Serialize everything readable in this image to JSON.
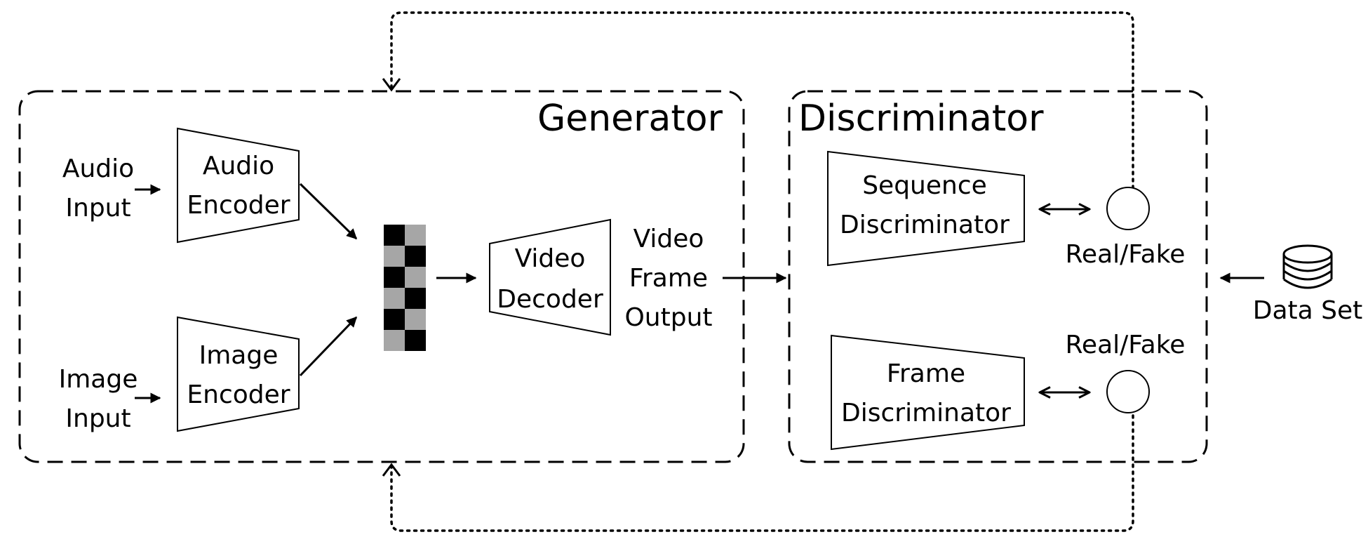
{
  "generator": {
    "title": "Generator"
  },
  "discriminator": {
    "title": "Discriminator"
  },
  "audio_input": {
    "line1": "Audio",
    "line2": "Input"
  },
  "image_input": {
    "line1": "Image",
    "line2": "Input"
  },
  "audio_encoder": {
    "line1": "Audio",
    "line2": "Encoder"
  },
  "image_encoder": {
    "line1": "Image",
    "line2": "Encoder"
  },
  "video_decoder": {
    "line1": "Video",
    "line2": "Decoder"
  },
  "video_output": {
    "line1": "Video",
    "line2": "Frame",
    "line3": "Output"
  },
  "sequence_discriminator": {
    "line1": "Sequence",
    "line2": "Discriminator"
  },
  "frame_discriminator": {
    "line1": "Frame",
    "line2": "Discriminator"
  },
  "real_fake_top": "Real/Fake",
  "real_fake_bottom": "Real/Fake",
  "data_set": "Data Set",
  "colors": {
    "line": "#000000",
    "latent_dark": "#000000",
    "latent_light": "#a6a6a6"
  },
  "icons": {
    "data_set": "database-icon"
  }
}
